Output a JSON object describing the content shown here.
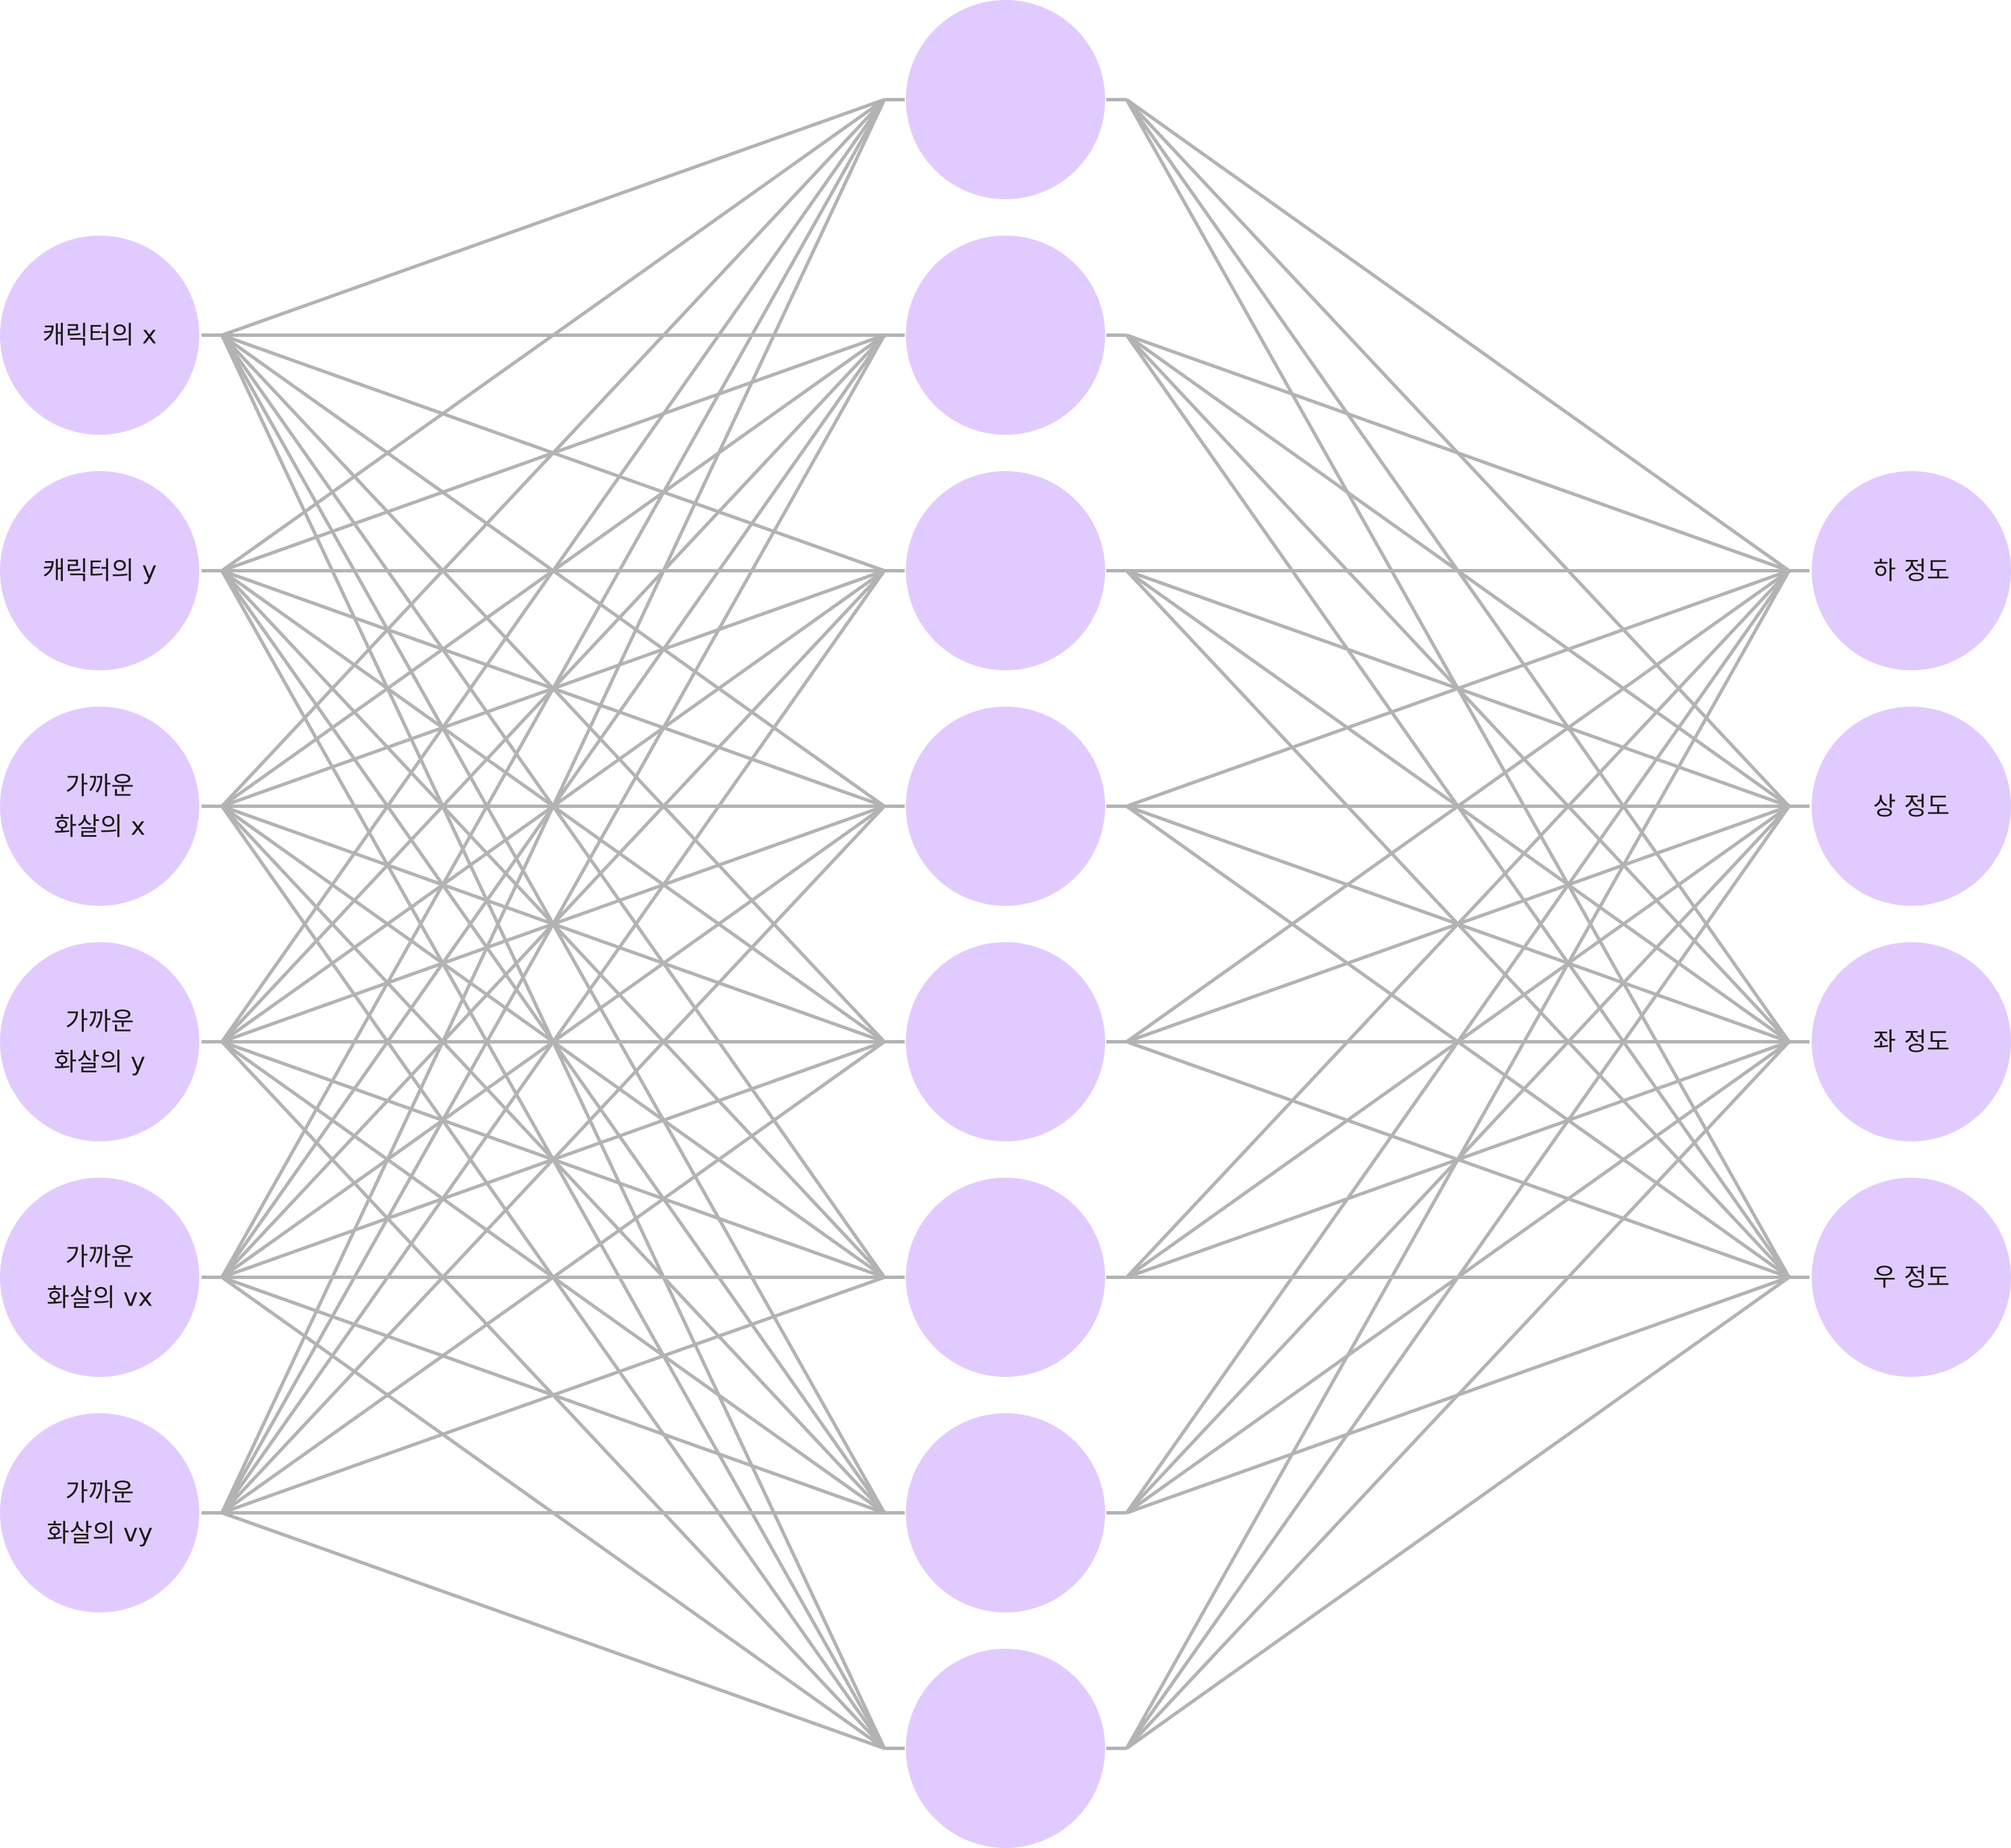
{
  "diagram": {
    "input_layer": [
      {
        "lines": [
          "캐릭터의 x"
        ]
      },
      {
        "lines": [
          "캐릭터의 y"
        ]
      },
      {
        "lines": [
          "가까운",
          "화살의 x"
        ]
      },
      {
        "lines": [
          "가까운",
          "화살의 y"
        ]
      },
      {
        "lines": [
          "가까운",
          "화살의 vx"
        ]
      },
      {
        "lines": [
          "가까운",
          "화살의 vy"
        ]
      }
    ],
    "hidden_layer_count": 8,
    "output_layer": [
      {
        "lines": [
          "하 정도"
        ]
      },
      {
        "lines": [
          "상 정도"
        ]
      },
      {
        "lines": [
          "좌 정도"
        ]
      },
      {
        "lines": [
          "우 정도"
        ]
      }
    ]
  },
  "colors": {
    "node_fill": "#e1cbfe",
    "edge": "#b3b3b3",
    "label": "#1a1a1a",
    "background": "#ffffff"
  }
}
